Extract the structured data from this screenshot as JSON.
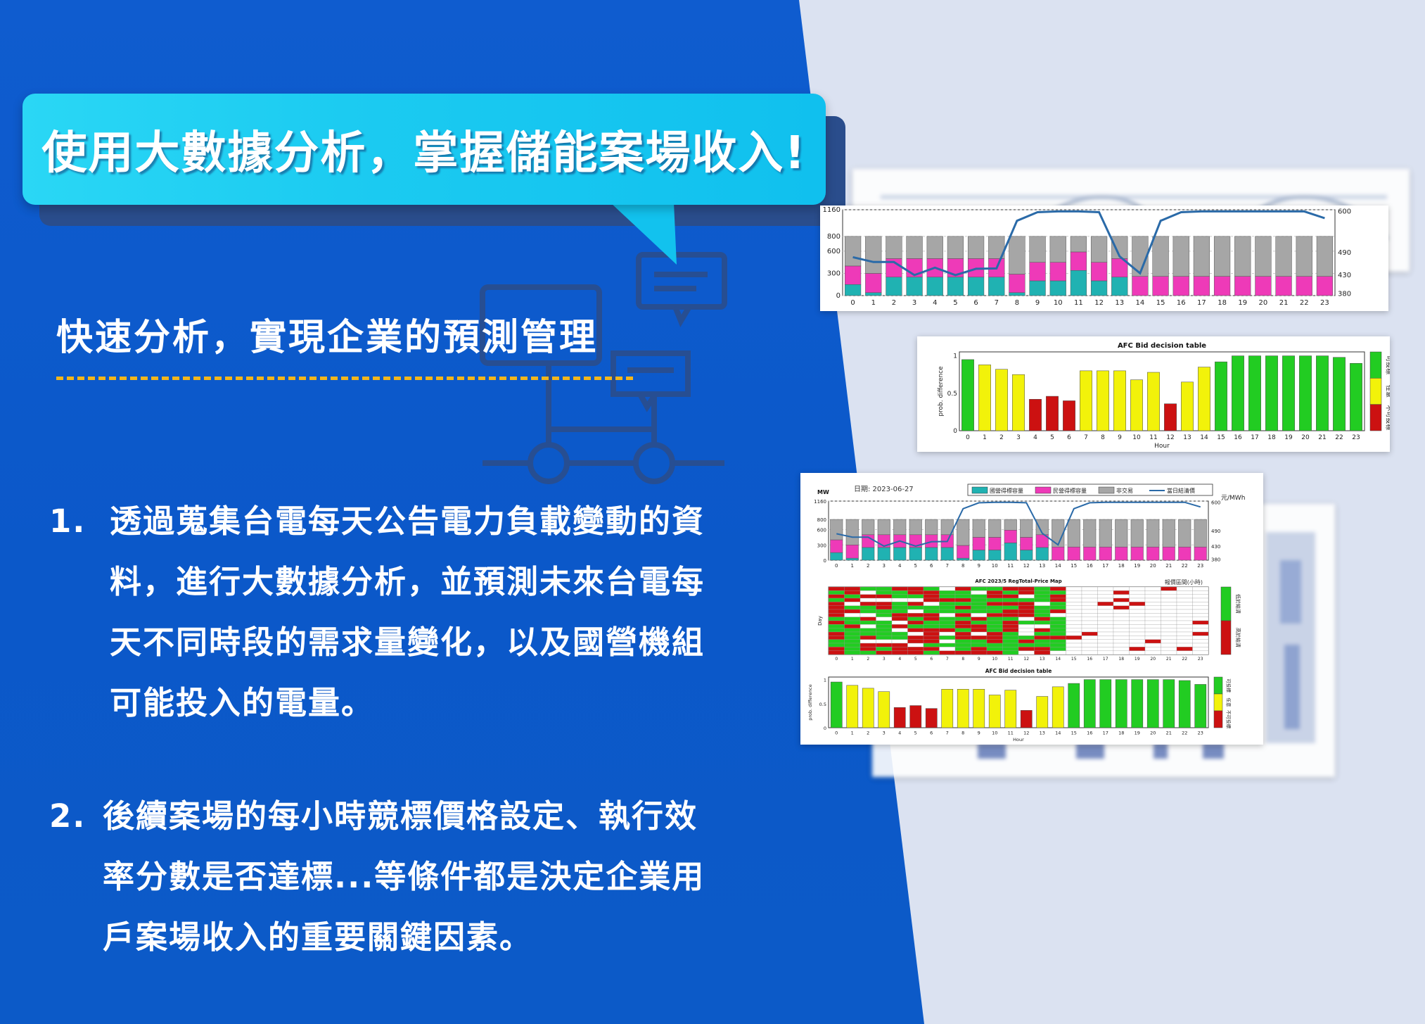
{
  "header": {
    "title": "使用大數據分析，掌握儲能案場收入!"
  },
  "subtitle": "快速分析，實現企業的預測管理",
  "points": [
    {
      "number": "1.",
      "lines": [
        "透過蒐集台電每天公告電力負載變動的資",
        "料，進行大數據分析，並預測未來台電每",
        "天不同時段的需求量變化，以及國營機組",
        "可能投入的電量。"
      ]
    },
    {
      "number": "2.",
      "lines": [
        "後續案場的每小時競標價格設定、執行效",
        "率分數是否達標...等條件都是決定企業用",
        "戶案場收入的重要關鍵因素。"
      ]
    }
  ],
  "colors": {
    "accent": "#1ccbf1",
    "background_left": "#0c5ac8",
    "background_right": "#dbe2f1",
    "divider": "#f2b61c",
    "teal": "#20b2b2",
    "magenta": "#ee3ab8",
    "gray": "#a6a6a6",
    "line": "#2a6aa8",
    "green": "#22cc22",
    "yellow": "#f2f20a",
    "red": "#cc1111"
  },
  "hours": [
    "0",
    "1",
    "2",
    "3",
    "4",
    "5",
    "6",
    "7",
    "8",
    "9",
    "10",
    "11",
    "12",
    "13",
    "14",
    "15",
    "16",
    "17",
    "18",
    "19",
    "20",
    "21",
    "22",
    "23"
  ],
  "capacity_chart": {
    "y_left_ticks": [
      "0",
      "300",
      "600",
      "800",
      "1160"
    ],
    "y_right_ticks": [
      "380",
      "430",
      "490",
      "600"
    ],
    "teal": [
      150,
      40,
      250,
      250,
      250,
      250,
      250,
      250,
      40,
      200,
      200,
      340,
      200,
      250,
      0,
      0,
      0,
      0,
      0,
      0,
      0,
      0,
      0,
      0
    ],
    "magenta": [
      250,
      260,
      250,
      250,
      250,
      250,
      250,
      250,
      250,
      250,
      250,
      250,
      250,
      250,
      260,
      260,
      260,
      260,
      260,
      260,
      260,
      260,
      260,
      260
    ],
    "gray": [
      400,
      500,
      300,
      300,
      300,
      300,
      300,
      300,
      510,
      350,
      350,
      210,
      350,
      300,
      540,
      540,
      540,
      540,
      540,
      540,
      540,
      540,
      540,
      540
    ],
    "price": [
      478,
      465,
      465,
      430,
      450,
      430,
      447,
      448,
      575,
      598,
      600,
      600,
      598,
      480,
      435,
      575,
      598,
      600,
      600,
      600,
      600,
      600,
      600,
      582
    ]
  },
  "decision_chart": {
    "title": "AFC Bid decision table",
    "ylabel": "prob. difference",
    "xlabel": "Hour",
    "y_ticks": [
      "0",
      "0.5",
      "1"
    ],
    "values": [
      0.95,
      0.88,
      0.82,
      0.75,
      0.42,
      0.46,
      0.4,
      0.8,
      0.8,
      0.8,
      0.68,
      0.78,
      0.36,
      0.65,
      0.85,
      0.92,
      1.0,
      1.0,
      1.0,
      1.0,
      1.0,
      1.0,
      0.98,
      0.9
    ],
    "classes": [
      "g",
      "y",
      "y",
      "y",
      "r",
      "r",
      "r",
      "y",
      "y",
      "y",
      "y",
      "y",
      "r",
      "y",
      "y",
      "g",
      "g",
      "g",
      "g",
      "g",
      "g",
      "g",
      "g",
      "g"
    ],
    "legend": [
      "可投標",
      "任意",
      "不可投標"
    ]
  },
  "combo": {
    "mw_label": "MW",
    "date": "日期: 2023-06-27",
    "legend": [
      "國營得標容量",
      "民營得標容量",
      "非交易",
      "當日結清價"
    ],
    "unit": "元/MWh",
    "map_title": "AFC 2023/5 RegTotal-Price Map",
    "map_caption": "報價區間(小時)",
    "map_ylabel": "Day",
    "map_legend": [
      "低於結清",
      "高於結清"
    ]
  }
}
